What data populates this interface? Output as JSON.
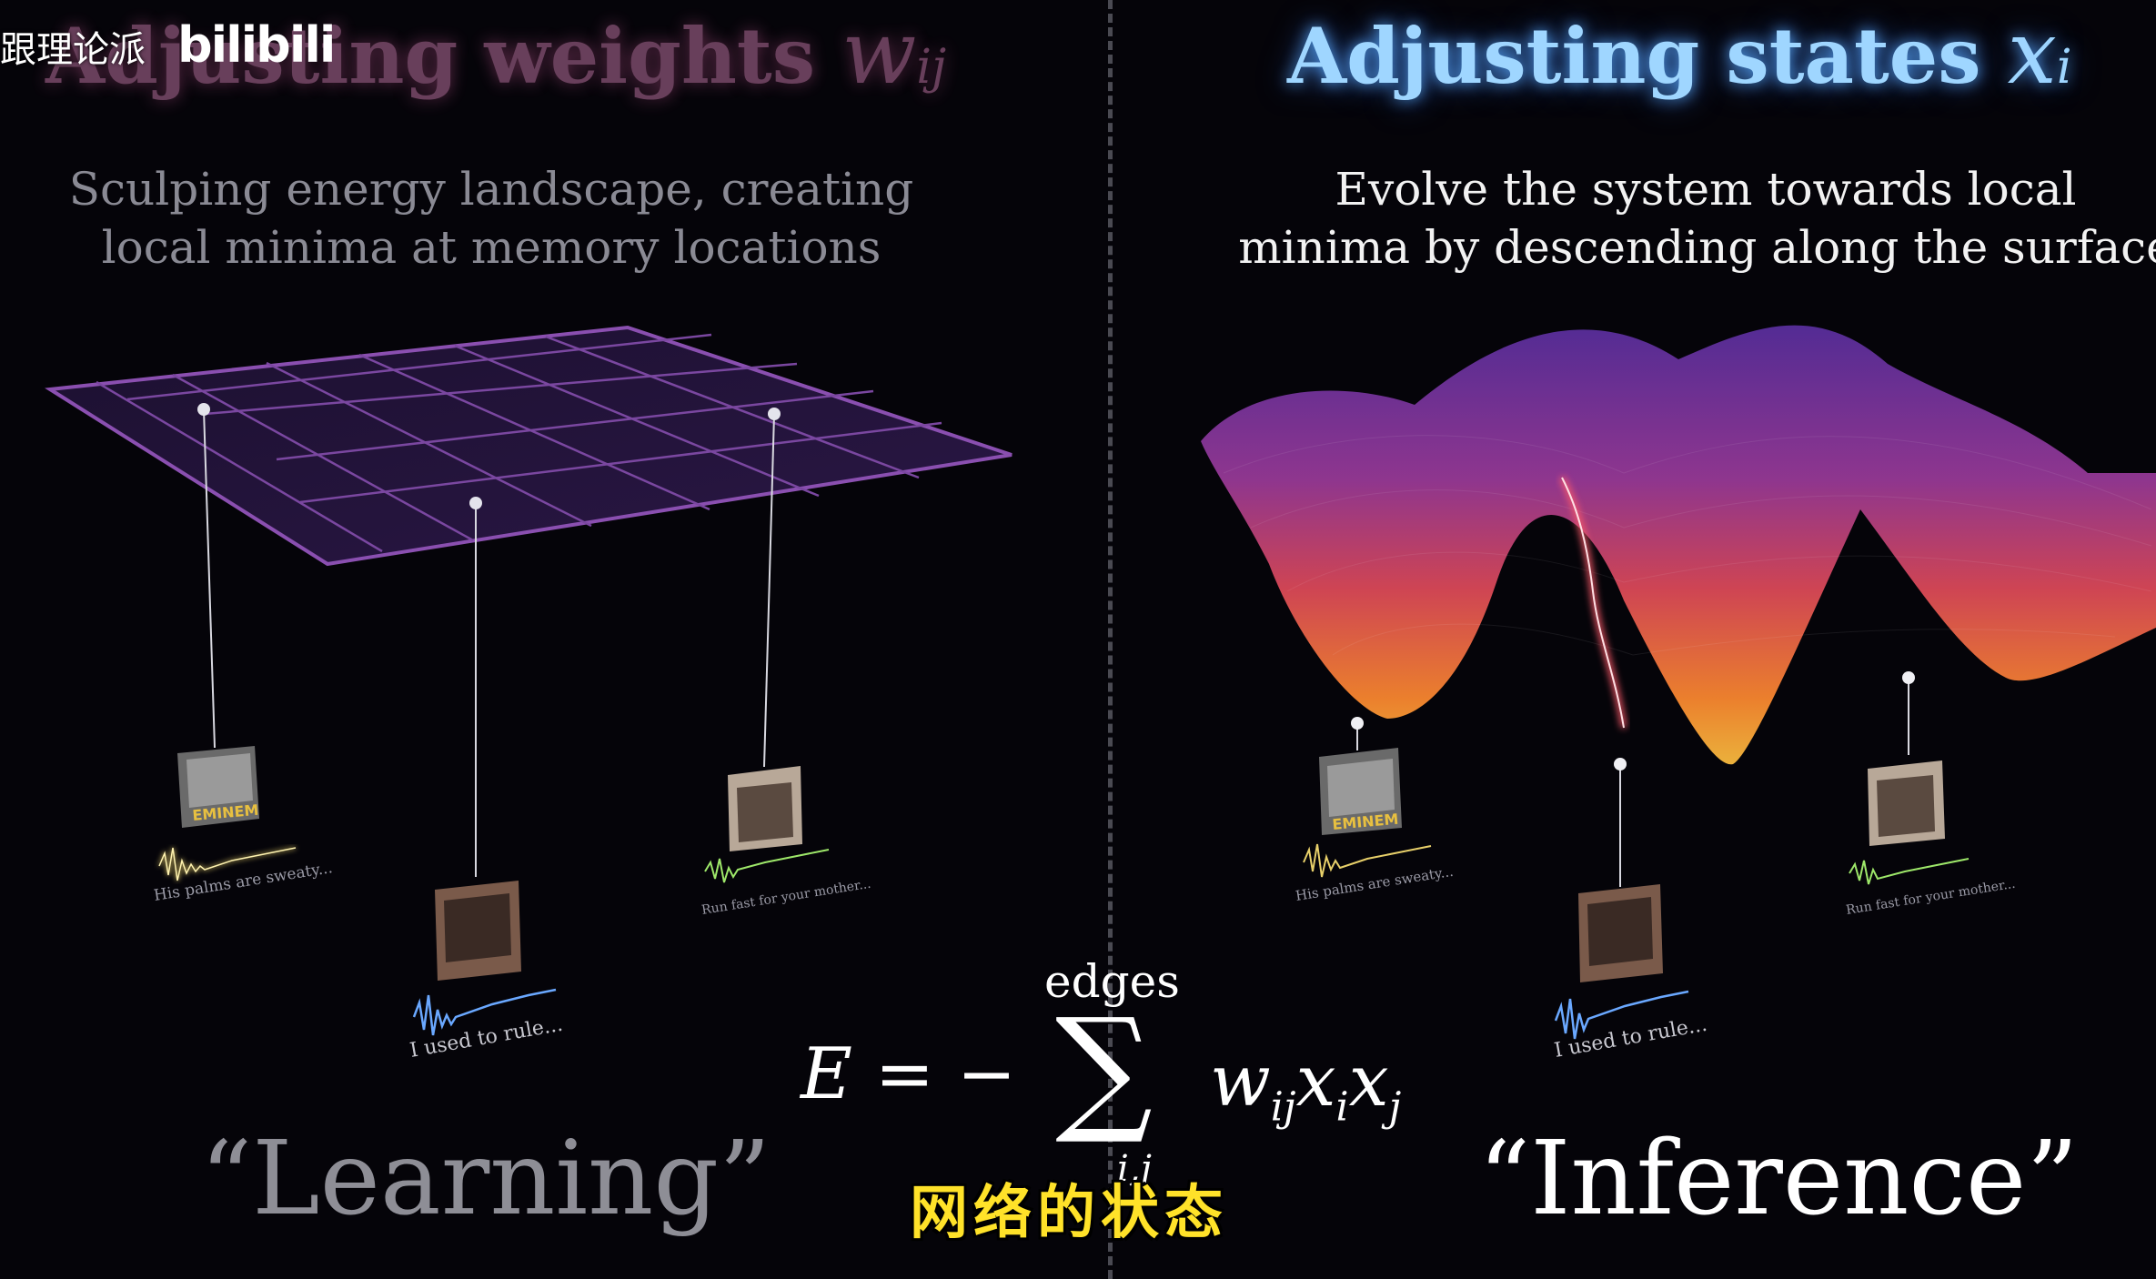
{
  "watermark": {
    "channel": "跟理论派",
    "logo": "bilibili"
  },
  "left_panel": {
    "title": "Adjusting weights",
    "title_var": "w",
    "title_sub": "ij",
    "subtitle_line1": "Sculping energy landscape, creating",
    "subtitle_line2": "local minima at memory locations",
    "label": "“Learning”",
    "memories": [
      {
        "album": "EMINEM",
        "lyric": "His palms are sweaty..."
      },
      {
        "album": "",
        "lyric": "I used to rule..."
      },
      {
        "album": "",
        "lyric": "Run fast for your mother..."
      }
    ]
  },
  "right_panel": {
    "title": "Adjusting states",
    "title_var": "x",
    "title_sub": "i",
    "subtitle_line1": "Evolve the system towards local",
    "subtitle_line2": "minima by descending along the surface",
    "label": "“Inference”",
    "memories": [
      {
        "album": "EMINEM",
        "lyric": "His palms are sweaty..."
      },
      {
        "album": "",
        "lyric": "I used to rule..."
      },
      {
        "album": "",
        "lyric": "Run fast for your mother..."
      }
    ]
  },
  "equation": {
    "lhs": "E = −",
    "sum_over": "edges",
    "sum_under": "i,j",
    "rhs": "w",
    "rhs_sub": "ij",
    "x1": "x",
    "x1_sub": "i",
    "x2": "x",
    "x2_sub": "j"
  },
  "caption": "网络的状态",
  "colors": {
    "background": "#050409",
    "left_title": "#7a4a6a",
    "right_title": "#9fd6ff",
    "caption": "#ffe229",
    "grid": "#8a4fb0",
    "wave_yellow": "#e8d06a",
    "wave_blue": "#6aa8ff",
    "wave_green": "#9ee86a"
  }
}
